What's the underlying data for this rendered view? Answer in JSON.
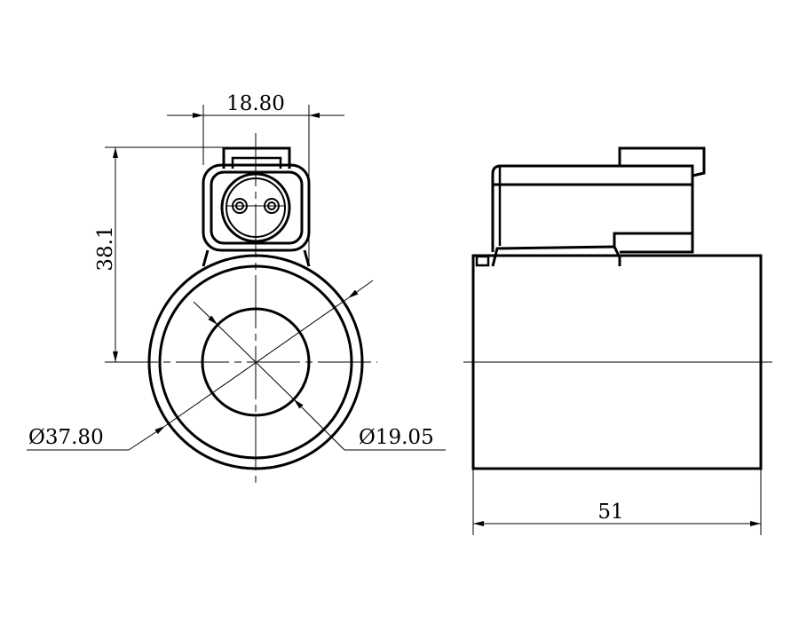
{
  "drawing": {
    "dimensions": {
      "connector_width": "18.80",
      "connector_height": "38.1",
      "outer_diameter": "Ø37.80",
      "inner_diameter": "Ø19.05",
      "length": "51"
    },
    "line_color": "#000000",
    "background": "#ffffff"
  }
}
